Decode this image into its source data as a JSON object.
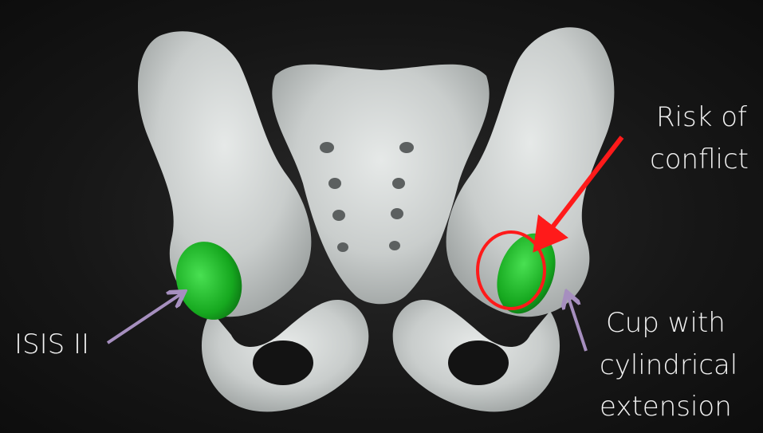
{
  "labels": {
    "risk": [
      "Risk of",
      "conflict"
    ],
    "implant": "ISIS II",
    "cup": [
      "Cup with",
      "cylindrical",
      "extension"
    ]
  },
  "colors": {
    "background": "#161616",
    "bone": "#cfd3d2",
    "implant": "#1fbf2a",
    "risk_marker": "#ff1a1a",
    "pointer_arrow": "#a68fbf",
    "text": "#f2f2f2"
  }
}
